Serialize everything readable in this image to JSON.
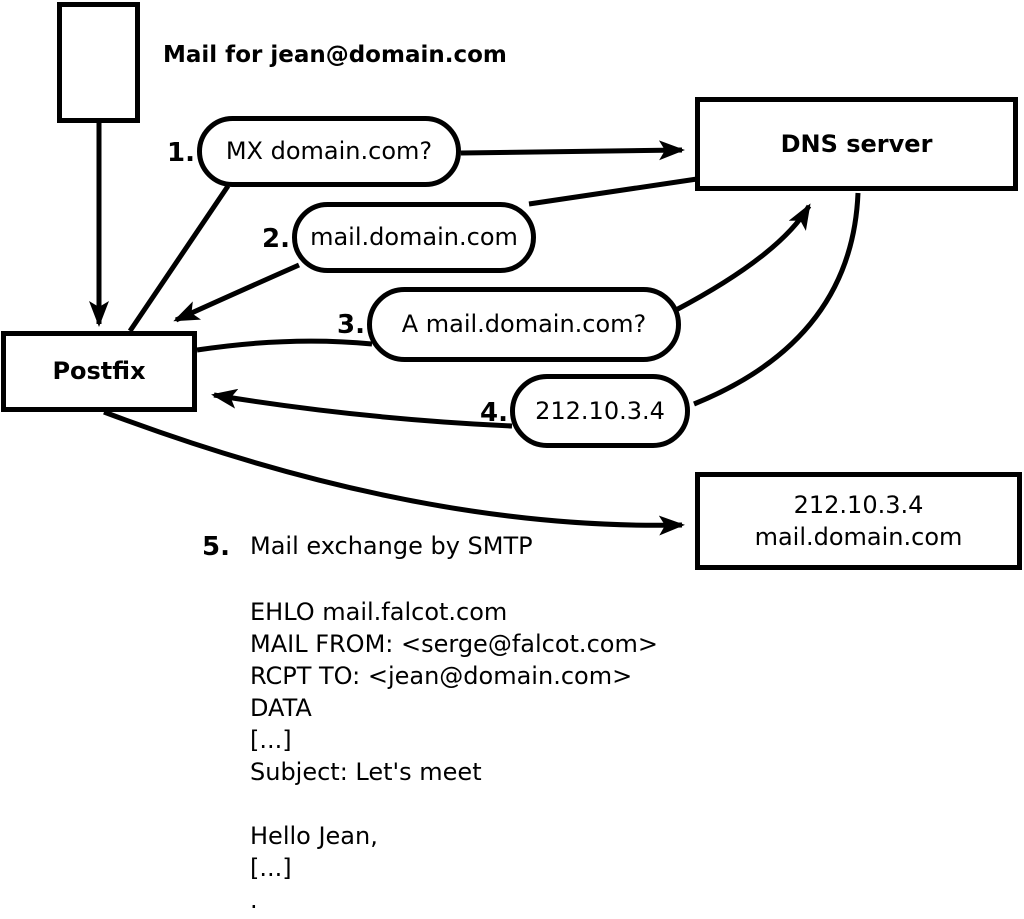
{
  "diagram": {
    "headline": "Mail for jean@domain.com",
    "nodes": {
      "postfix": "Postfix",
      "dns_server": "DNS server",
      "destination_line1": "212.10.3.4",
      "destination_line2": "mail.domain.com"
    },
    "steps": [
      {
        "num": "1.",
        "label": "MX domain.com?"
      },
      {
        "num": "2.",
        "label": "mail.domain.com"
      },
      {
        "num": "3.",
        "label": "A mail.domain.com?"
      },
      {
        "num": "4.",
        "label": "212.10.3.4"
      },
      {
        "num": "5.",
        "label": "Mail exchange by SMTP"
      }
    ],
    "smtp_session": [
      "EHLO mail.falcot.com",
      "MAIL FROM: <serge@falcot.com>",
      "RCPT TO: <jean@domain.com>",
      "DATA",
      "[...]",
      "Subject: Let's meet",
      "",
      "Hello Jean,",
      "[...]",
      "."
    ],
    "colors": {
      "line": "#000000",
      "background": "#ffffff"
    }
  }
}
